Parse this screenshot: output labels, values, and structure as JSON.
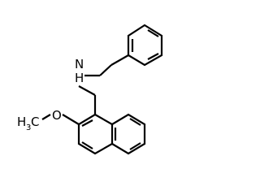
{
  "molecule": {
    "atom_labels": {
      "nh_n": "N",
      "nh_h": "H",
      "methyl": "H3C",
      "methyl_h": "H",
      "methyl_sub": "3",
      "methyl_c": "C",
      "ether_o": "O"
    }
  },
  "colors": {
    "bond": "#000000",
    "label": "#000000",
    "background": "#ffffff"
  }
}
